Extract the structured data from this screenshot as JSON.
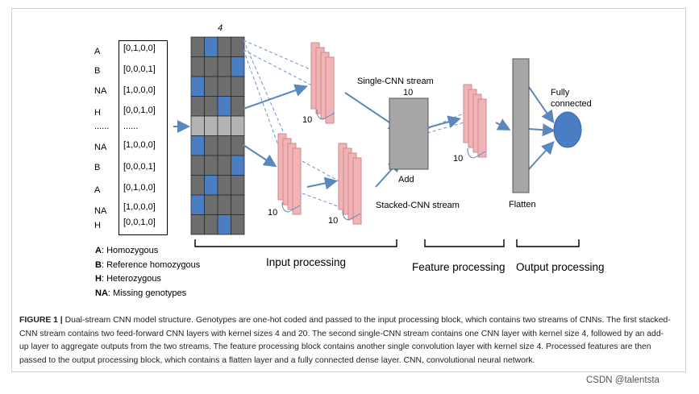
{
  "genotypes": {
    "row_labels": [
      "A",
      "B",
      "NA",
      "H",
      "......",
      "NA",
      "B",
      "A",
      "NA",
      "H"
    ],
    "codes": [
      "[0,1,0,0]",
      "[0,0,0,1]",
      "[1,0,0,0]",
      "[0,0,1,0]",
      "......",
      "[1,0,0,0]",
      "[0,0,0,1]",
      "[0,1,0,0]",
      "[1,0,0,0]",
      "[0,0,1,0]"
    ]
  },
  "legend": [
    {
      "key": "A",
      "text": ": Homozygous"
    },
    {
      "key": "B",
      "text": ": Reference homozygous"
    },
    {
      "key": "H",
      "text": ": Heterozygous"
    },
    {
      "key": "NA",
      "text": ":  Missing genotypes"
    }
  ],
  "diagram": {
    "kernel_top": "4",
    "single_stream": "Single-CNN stream",
    "stacked_stream": "Stacked-CNN stream",
    "add_label": "Add",
    "add_size": "10",
    "layer_sizes": [
      "10",
      "10",
      "10",
      "10"
    ],
    "flatten": "Flatten",
    "fully_connected_line1": "Fully",
    "fully_connected_line2": "connected",
    "input_processing": "Input processing",
    "feature_processing": "Feature processing",
    "output_processing": "Output processing",
    "colors": {
      "blue": "#4a7ec4",
      "dark_cell": "#6d6d6d",
      "light_cell": "#b3b3b3",
      "pink": "#f2b3b6",
      "pink_edge": "#c98a8f",
      "gray_box": "#a6a6a6",
      "arrow": "#5b87bf"
    }
  },
  "caption": {
    "label": "FIGURE 1 |",
    "text": " Dual-stream CNN model structure. Genotypes are one-hot coded and passed to the input processing block, which contains two streams of CNNs. The first stacked-CNN stream contains two feed-forward CNN layers with kernel sizes 4 and 20. The second single-CNN stream contains one CNN layer with kernel size 4, followed by an add-up layer to aggregate outputs from the two streams. The feature processing block contains another single convolution layer with kernel size 4. Processed features are then passed to the output processing block, which contains a flatten layer and a fully connected dense layer. CNN, convolutional neural network."
  },
  "watermark": "CSDN @talentsta"
}
